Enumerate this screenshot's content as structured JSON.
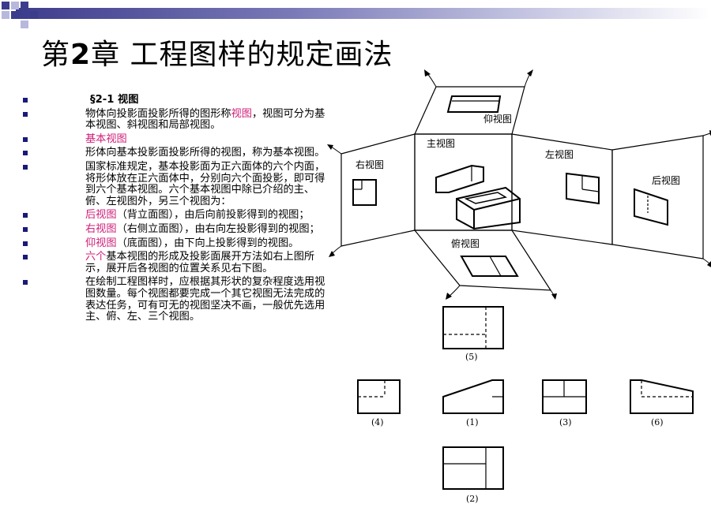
{
  "header": {
    "title_prefix": "第",
    "title_num": "2",
    "title_rest": "章  工程图样的规定画法"
  },
  "bullets": {
    "b0": "§2-1  视图",
    "b1a": "物体向投影面投影所得的图形称",
    "b1b": "视图",
    "b1c": "，视图可分为基本视图、斜视图和局部视图。",
    "b2": "基本视图",
    "b3": "形体向基本投影面投影所得的视图，称为基本视图。",
    "b4": "国家标准规定，基本投影面为正六面体的六个内面，将形体放在正六面体中，分别向六个面投影，即可得到六个基本视图。六个基本视图中除已介绍的主、俯、左视图外，另三个视图为：",
    "b5a": "后视图",
    "b5b": "（背立面图），由后向前投影得到的视图；",
    "b6a": "右视图",
    "b6b": "（右侧立面图），由右向左投影得到的视图；",
    "b7a": "仰视图",
    "b7b": "（底面图），由下向上投影得到的视图。",
    "b8a": "六个",
    "b8b": "基本视图的形成及投影面展开方法如右上图所示，展开后各视图的位置关系见右下图。",
    "b9": "在绘制工程图样时，应根据其形状的复杂程度选用视图数量。每个视图都要完成一个其它视图无法完成的表达任务，可有可无的视图坚决不画，一般优先选用主、俯、左、三个视图。"
  },
  "diagram_top": {
    "yang": "仰视图",
    "zhu": "主视图",
    "zuo": "左视图",
    "you": "右视图",
    "hou": "后视图",
    "fu": "俯视图"
  },
  "diagram_bottom": {
    "v5": "(5)",
    "v4": "(4)",
    "v1": "(1)",
    "v3": "(3)",
    "v6": "(6)",
    "v2": "(2)"
  }
}
